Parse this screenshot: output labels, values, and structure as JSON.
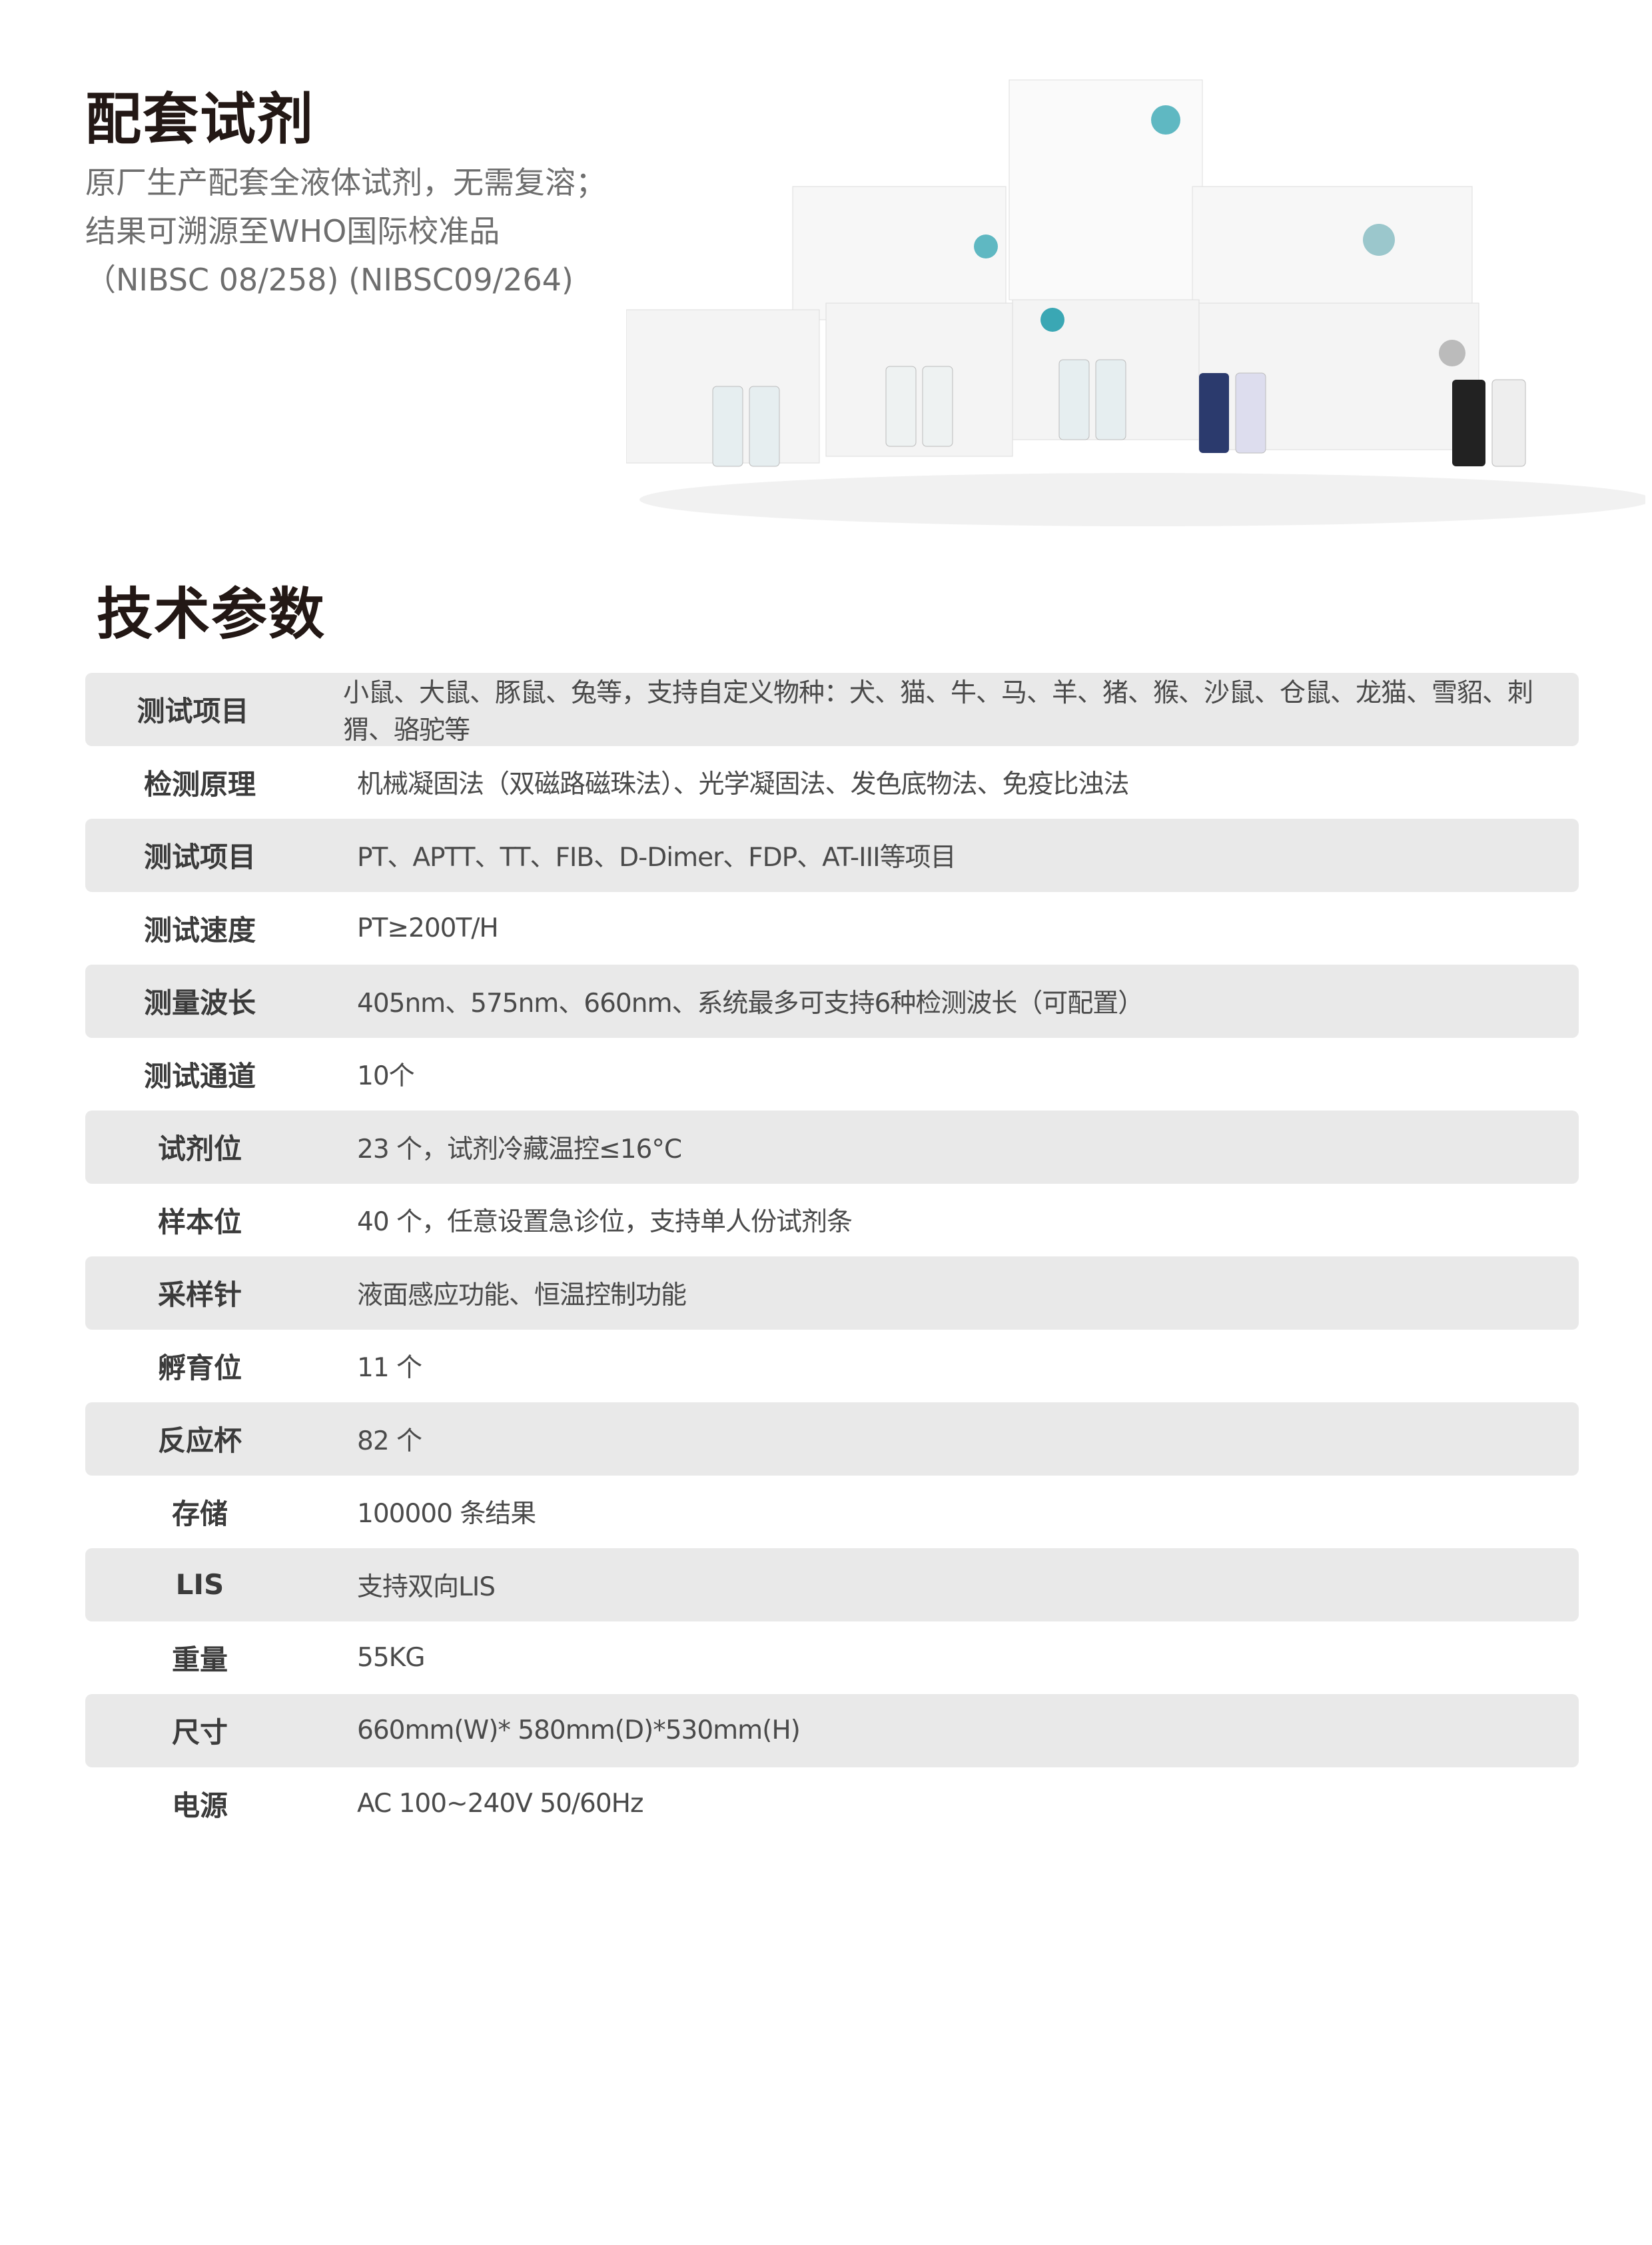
{
  "reagents": {
    "title": "配套试剂",
    "lines": [
      "原厂生产配套全液体试剂，无需复溶；",
      "结果可溯源至WHO国际校准品",
      "（NIBSC 08/258) (NIBSC09/264)"
    ]
  },
  "specs": {
    "title": "技术参数",
    "rows": [
      {
        "label": "测试项目",
        "value": "小鼠、大鼠、豚鼠、兔等，支持自定义物种：犬、猫、牛、马、羊、猪、猴、沙鼠、仓鼠、龙猫、雪貂、刺猬、骆驼等"
      },
      {
        "label": "检测原理",
        "value": "机械凝固法（双磁路磁珠法）、光学凝固法、发色底物法、免疫比浊法"
      },
      {
        "label": "测试项目",
        "value": "PT、APTT、TT、FIB、D-Dimer、FDP、AT-III等项目"
      },
      {
        "label": "测试速度",
        "value": "PT≥200T/H"
      },
      {
        "label": "测量波长",
        "value": "405nm、575nm、660nm、系统最多可支持6种检测波长（可配置）"
      },
      {
        "label": "测试通道",
        "value": "10个"
      },
      {
        "label": "试剂位",
        "value": "23 个，试剂冷藏温控≤16°C"
      },
      {
        "label": "样本位",
        "value": "40 个，任意设置急诊位，支持单人份试剂条"
      },
      {
        "label": "采样针",
        "value": "液面感应功能、恒温控制功能"
      },
      {
        "label": "孵育位",
        "value": "11 个"
      },
      {
        "label": "反应杯",
        "value": "82 个"
      },
      {
        "label": "存储",
        "value": "100000 条结果"
      },
      {
        "label": "LIS",
        "value": "支持双向LIS"
      },
      {
        "label": "重量",
        "value": "55KG"
      },
      {
        "label": "尺寸",
        "value": "660mm(W)* 580mm(D)*530mm(H)"
      },
      {
        "label": "电源",
        "value": "AC 100~240V 50/60Hz"
      }
    ]
  },
  "colors": {
    "row_stripe": "#e9e9e9",
    "accent_teal": "#5fb8c2"
  }
}
